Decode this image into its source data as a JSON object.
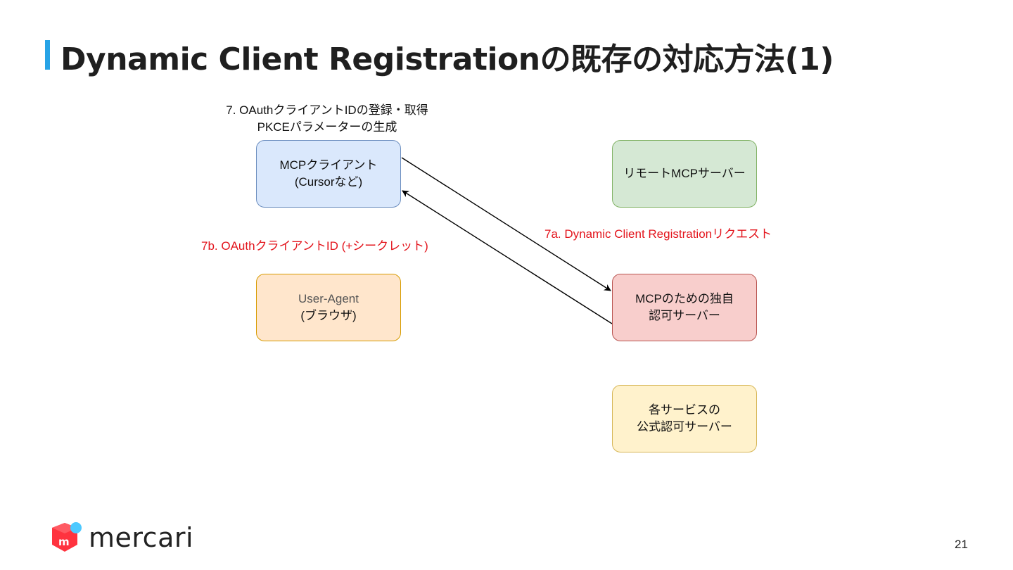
{
  "slide": {
    "title": "Dynamic Client Registrationの既存の対応方法(1)",
    "page_number": "21"
  },
  "diagram": {
    "step7_line1": "7. OAuthクライアントIDの登録・取得",
    "step7_line2": "PKCEパラメーターの生成",
    "step7a": "7a. Dynamic Client Registrationリクエスト",
    "step7b": "7b. OAuthクライアントID (+シークレット)",
    "nodes": {
      "mcp_client": {
        "line1": "MCPクライアント",
        "line2": "(Cursorなど)",
        "fill": "#dae8fc",
        "stroke": "#6c8ebf"
      },
      "remote_mcp_server": {
        "line1": "リモートMCPサーバー",
        "fill": "#d5e8d4",
        "stroke": "#82b366"
      },
      "user_agent": {
        "line1": "User-Agent",
        "line2": "(ブラウザ)",
        "fill": "#ffe6cc",
        "stroke": "#d79b00"
      },
      "mcp_auth_server": {
        "line1": "MCPのための独自",
        "line2": "認可サーバー",
        "fill": "#f8cecc",
        "stroke": "#b85450"
      },
      "official_auth_server": {
        "line1": "各サービスの",
        "line2": "公式認可サーバー",
        "fill": "#fff2cc",
        "stroke": "#d6b656"
      }
    }
  },
  "branding": {
    "logo_text": "mercari",
    "logo_colors": {
      "primary": "#ff333f",
      "accent": "#4dc9ff"
    }
  },
  "colors": {
    "accent_bar": "#27a3e6",
    "annotation_red": "#e3141c"
  }
}
